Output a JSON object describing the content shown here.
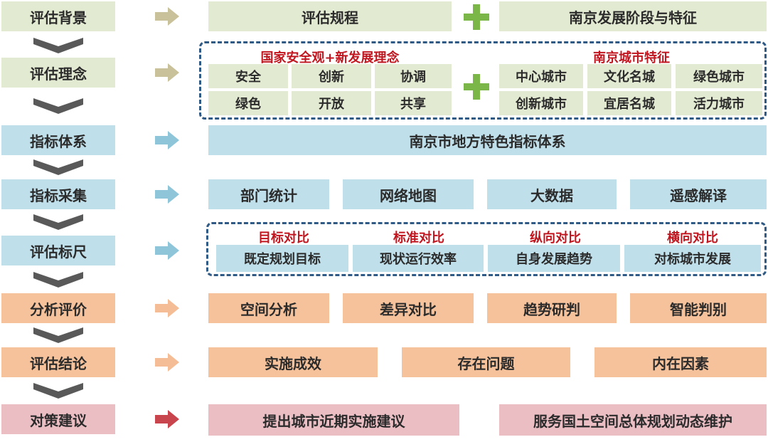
{
  "colors": {
    "green": "#e3ead2",
    "blue": "#bfdfea",
    "orange": "#f6c29b",
    "pink": "#ebbec4",
    "arrow_green": "#c9c19a",
    "arrow_blue": "#8fc5d9",
    "arrow_orange": "#f5bd95",
    "arrow_red": "#c9454e",
    "plus": "#7ab648",
    "accent_red": "#c0161f",
    "dash": "#2f5a86"
  },
  "stages": [
    {
      "label": "评估背景"
    },
    {
      "label": "评估理念"
    },
    {
      "label": "指标体系"
    },
    {
      "label": "指标采集"
    },
    {
      "label": "评估标尺"
    },
    {
      "label": "分析评价"
    },
    {
      "label": "评估结论"
    },
    {
      "label": "对策建议"
    }
  ],
  "background": {
    "left": "评估规程",
    "right": "南京发展阶段与特征"
  },
  "concept": {
    "left_title": "国家安全观+新发展理念",
    "left_items": [
      "安全",
      "创新",
      "协调",
      "绿色",
      "开放",
      "共享"
    ],
    "right_title": "南京城市特征",
    "right_items": [
      "中心城市",
      "文化名城",
      "绿色城市",
      "创新城市",
      "宜居名城",
      "活力城市"
    ]
  },
  "indicator_system": {
    "label": "南京市地方特色指标体系"
  },
  "collection": {
    "items": [
      "部门统计",
      "网络地图",
      "大数据",
      "遥感解译"
    ]
  },
  "benchmark": {
    "titles": [
      "目标对比",
      "标准对比",
      "纵向对比",
      "横向对比"
    ],
    "items": [
      "既定规划目标",
      "现状运行效率",
      "自身发展趋势",
      "对标城市发展"
    ]
  },
  "analysis": {
    "items": [
      "空间分析",
      "差异对比",
      "趋势研判",
      "智能判别"
    ]
  },
  "conclusion": {
    "items": [
      "实施成效",
      "存在问题",
      "内在因素"
    ]
  },
  "suggestion": {
    "items": [
      "提出城市近期实施建议",
      "服务国土空间总体规划动态维护"
    ]
  }
}
